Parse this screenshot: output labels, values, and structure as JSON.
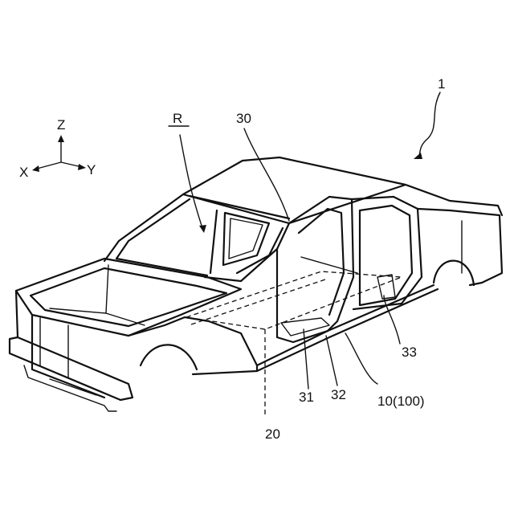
{
  "figure": {
    "axes": {
      "z": "Z",
      "x": "X",
      "y": "Y"
    },
    "labels": {
      "vehicle": "1",
      "region": "R",
      "pillar": "30",
      "side_sill_dashed": "20",
      "part_31": "31",
      "part_32": "32",
      "part_33": "33",
      "floor": "10(100)"
    }
  }
}
